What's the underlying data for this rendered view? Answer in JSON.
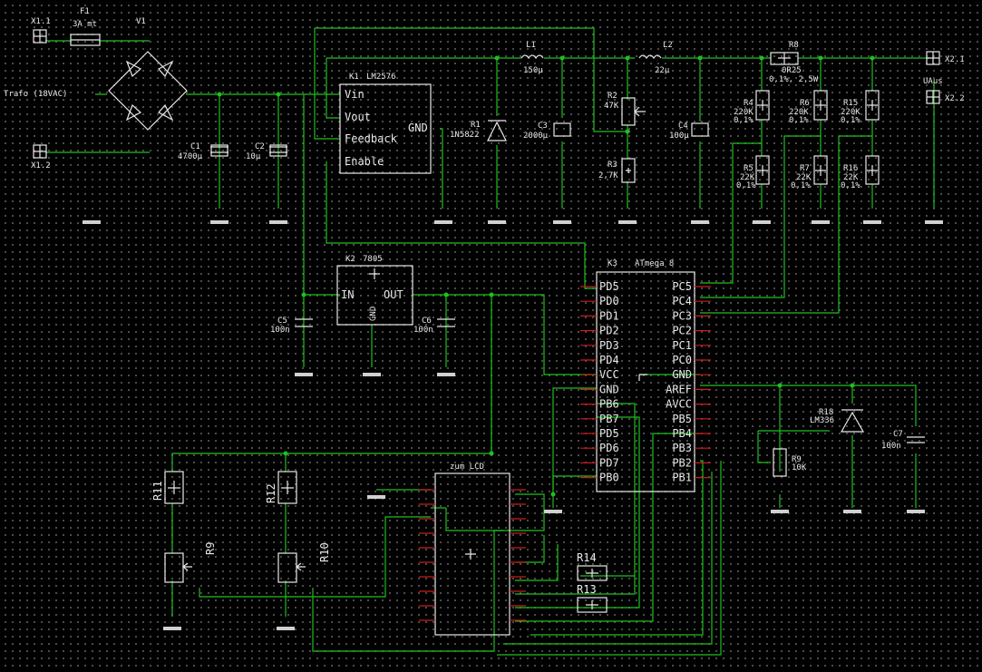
{
  "connectors": {
    "x11": "X1.1",
    "x12": "X1.2",
    "x21": "X2.1",
    "x22": "X2.2",
    "uaus": "UAus"
  },
  "fuse": {
    "name": "F1",
    "value": "3A mt"
  },
  "bridge": {
    "name": "V1"
  },
  "trafo": "Trafo (18VAC)",
  "caps": {
    "c1": {
      "name": "C1",
      "value": "4700µ"
    },
    "c2": {
      "name": "C2",
      "value": "10µ"
    },
    "c3": {
      "name": "C3",
      "value": "2000µ"
    },
    "c4": {
      "name": "C4",
      "value": "100µ"
    },
    "c5": {
      "name": "C5",
      "value": "100n"
    },
    "c6": {
      "name": "C6",
      "value": "100n"
    },
    "c7": {
      "name": "C7",
      "value": "100n"
    }
  },
  "inductors": {
    "l1": {
      "name": "L1",
      "value": "150µ"
    },
    "l2": {
      "name": "L2",
      "value": "22µ"
    }
  },
  "diode": {
    "name": "R1",
    "value": "1N5822"
  },
  "resistors": {
    "r2": {
      "name": "R2",
      "value": "47K"
    },
    "r3": {
      "name": "R3",
      "value": "2,7K"
    },
    "r4": {
      "name": "R4",
      "value": "220K",
      "tol": "0,1%"
    },
    "r5": {
      "name": "R5",
      "value": "22K",
      "tol": "0,1%"
    },
    "r6": {
      "name": "R6",
      "value": "220K",
      "tol": "0,1%"
    },
    "r7": {
      "name": "R7",
      "value": "22K",
      "tol": "0,1%"
    },
    "r8": {
      "name": "R8",
      "value": "0R25",
      "tol": "0,1%, 2,5W"
    },
    "r15": {
      "name": "R15",
      "value": "220K",
      "tol": "0,1%"
    },
    "r16": {
      "name": "R16",
      "value": "22K",
      "tol": "0,1%"
    },
    "r9": {
      "name": "R9",
      "value": "10K"
    },
    "r18": {
      "name": "R18",
      "value": "LM336"
    },
    "r11": {
      "name": "R11"
    },
    "r12": {
      "name": "R12"
    },
    "r9b": {
      "name": "R9"
    },
    "r10": {
      "name": "R10"
    },
    "r13": {
      "name": "R13"
    },
    "r14": {
      "name": "R14"
    }
  },
  "k1": {
    "name": "K1",
    "part": "LM2576",
    "pins_left": [
      "Vin",
      "Vout",
      "Feedback",
      "Enable"
    ],
    "pin_right": "GND"
  },
  "k2": {
    "name": "K2",
    "part": "7805",
    "in": "IN",
    "out": "OUT",
    "gnd": "GND"
  },
  "k3": {
    "name": "K3",
    "part": "ATmega 8",
    "left": [
      "PD5",
      "PD0",
      "PD1",
      "PD2",
      "PD3",
      "PD4",
      "VCC",
      "GND",
      "PB6",
      "PB7",
      "PD5",
      "PD6",
      "PD7",
      "PB0"
    ],
    "right": [
      "PC5",
      "PC4",
      "PC3",
      "PC2",
      "PC1",
      "PC0",
      "GND",
      "AREF",
      "AVCC",
      "PB5",
      "PB4",
      "PB3",
      "PB2",
      "PB1"
    ]
  },
  "lcd": {
    "name": "zum LCD"
  },
  "colors": {
    "wire": "#1fbf1f",
    "part": "#e8e8e8",
    "pin": "#c81e1e",
    "grid": "#5a5a5a",
    "background": "#000000"
  }
}
